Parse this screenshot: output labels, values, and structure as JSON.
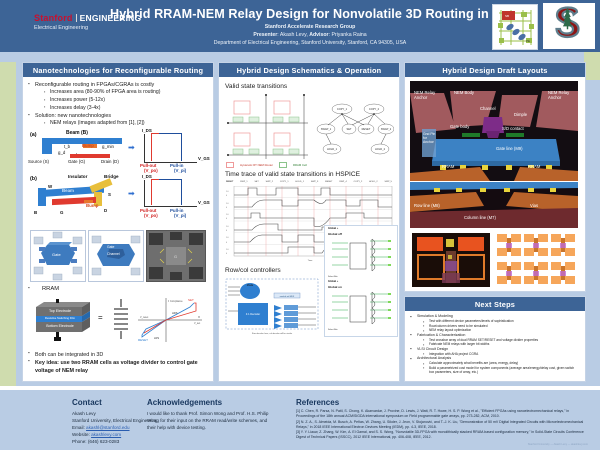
{
  "header": {
    "brand_stanford": "Stanford",
    "brand_engineering": "ENGINEERING",
    "brand_dept": "Electrical Engineering",
    "title": "Hybrid RRAM-NEM Relay Design for Nonvolatile 3D Routing in CGRAs",
    "group": "Stanford Accelerate Research Group",
    "presenter_label": "Presenter",
    "presenter": "Akash Levy,",
    "advisor_label": "Advisor",
    "advisor": "Priyanka Raina",
    "affiliation": "Department of Electrical Engineering, Stanford University, Stanford, CA 94305, USA",
    "logo_cgra": "cgra-diagram-logo",
    "logo_stanford": "stanford-tree-s-logo"
  },
  "colors": {
    "header_blue": "#3d6496",
    "page_blue": "#b9cce4",
    "accent_green": "#cfdcae",
    "cardinal_red": "#c8102e"
  },
  "panels": {
    "left": {
      "title": "Nanotechnologies for Reconfigurable Routing",
      "bullets": [
        {
          "text": "Reconfigurable routing in FPGAs/CGRAs is costly",
          "sub": [
            "Increases area (80-90% of FPGA area is routing)",
            "Increases power (5-12x)",
            "Increases delay (3-4x)"
          ]
        },
        {
          "text": "Solution: new nanotechnologies",
          "sub": [
            "NEM relays (images adapted from [1], [2])"
          ]
        }
      ],
      "fig_a": {
        "tag": "(a)",
        "beam": "Beam (B)",
        "tb": "t_b",
        "gd": "g_d",
        "L": "L",
        "bump": "Bump",
        "gmin": "g_min",
        "source": "Source (S)",
        "gate": "Gate (G)",
        "drain": "Drain (D)",
        "ids": "I_DS",
        "vgs": "V_GS",
        "pullout": "Pull-out",
        "vpo": "(V_po)",
        "pullin": "Pull-in",
        "vpi": "(V_pi)"
      },
      "fig_b": {
        "tag": "(b)",
        "insulator": "Insulator",
        "bridge": "Bridge",
        "w": "W",
        "beam": "Beam",
        "bump": "Bump",
        "b": "B",
        "g": "G",
        "s": "S",
        "d": "D"
      },
      "micro_captions": [
        "(a) Routing Via",
        "(b) Signal Via",
        "Via Out"
      ],
      "rram_label": "RRAM",
      "rram_stack": [
        "Top Electrode",
        "Resistive Switching Film",
        "Bottom Electrode"
      ],
      "rram_iv": {
        "set": "SET",
        "reset": "RESET",
        "hrs": "HRS",
        "lrs": "LRS",
        "compliance": "Compliance",
        "vreset": "V_reset",
        "vset": "V_set",
        "i": "I",
        "v": "V"
      },
      "closing": [
        {
          "text": "Both can be integrated in 3D",
          "bold": false
        },
        {
          "text": "Key idea: use two RRAM cells as voltage divider to control gate voltage of NEM relay",
          "bold": true
        }
      ]
    },
    "middle": {
      "title": "Hybrid Design Schematics & Operation",
      "sec1": "Valid state transitions",
      "legend": [
        {
          "label": "Hysteretic RT NEM Router",
          "color": "#e88"
        },
        {
          "label": "RRAM Cell",
          "color": "#8c8"
        }
      ],
      "graph_nodes": [
        "COPY_1",
        "SET",
        "RESET",
        "COPY_2",
        "SWAP_1",
        "SWAP_2",
        "HOLD_1",
        "HOLD_2"
      ],
      "sec2": "Time trace of valid state transitions in HSPICE",
      "wave_cols": [
        "RESET",
        "SWP_1",
        "SET",
        "SWP_2",
        "COPY_1",
        "HOLD_1",
        "SWP_3",
        "RESET",
        "SWP_4",
        "COPY_2",
        "HOLD_2",
        "SWP_5"
      ],
      "wave_rows": 6,
      "wave_xlabel": "Time",
      "sec3": "Row/col controllers",
      "ctrl_note": "Row decoder here, col decoder will be similar",
      "ctrl_decoder": "4:1 Decoder",
      "ctrl_mode": "Mode",
      "ctrl_select": "row / col sel MUX",
      "sub_global_off": "Global off",
      "sub_global_on": "Global on",
      "sub_global_lbl": "Global +"
    },
    "right": {
      "title": "Hybrid Design Draft Layouts",
      "render_labels": [
        "NEM Relay Anchor",
        "NEM Body",
        "Channel",
        "Dimple",
        "Gate body",
        "S/D contact",
        "NEM Relay Anchor",
        "Gnd Pin for Anchor",
        "Gate line (M9)",
        "RRAM",
        "RRAM",
        "Row line (M8)",
        "Vias",
        "Column line (M7)"
      ],
      "layout_caption_left": "single-cell-layout",
      "layout_caption_right": "array-layout-3x2"
    },
    "next": {
      "title": "Next Steps",
      "items": [
        {
          "text": "Simulation & Modeling",
          "sub": [
            "Test with different device parameters/levels of sophistication",
            "Row/column drivers need to be simulated",
            "NEM relay layout optimization"
          ]
        },
        {
          "text": "Fabrication & Characterization",
          "sub": [
            "Test crossbar array of dual RRAM SET/RESET and voltage divider properties",
            "Fabricate NEM relays with larger bit widths"
          ]
        },
        {
          "text": "VLSI Circuit Design",
          "sub": [
            "Integration with AHA project CGRA"
          ]
        },
        {
          "text": "Architectural Analysis",
          "sub": [
            "Calculate approximately what benefits are (area, energy, delay)",
            "Build a parametrized cost model for system components (average area/energy/delay cost, given switch box parameters, size of array, etc.)"
          ]
        }
      ]
    }
  },
  "bottom": {
    "contact": {
      "heading": "Contact",
      "name": "Akash Levy",
      "affil": "Stanford University, Electrical Engineering",
      "email_label": "Email:",
      "email": "akashl@stanford.edu",
      "website_label": "Website:",
      "website": "akashlevy.com",
      "phone_label": "Phone:",
      "phone": "(646) 623-0283"
    },
    "acknowledgements": {
      "heading": "Acknowledgements",
      "text": "I would like to thank Prof. Simon Wong and Prof. H.S. Philip Wong for their input on the RRAM read/write schemes, and their help with device testing."
    },
    "references": {
      "heading": "References",
      "items": [
        "[1] C. Chen, R. Parsa, N. Patil, S. Chong, K. Akarvardar, J. Provine, D. Lewis, J. Watt, R. T. Howe, H. S. P. Wong et al., \"Efficient FPGAs using nanoelectromechanical relays,\" in Proceedings of the 18th annual ACM/SIGDA international symposium on Field programmable gate arrays, pp. 273-282, ACM, 2010.",
        "[2] N. Z. A., S. Almeida, M. Busch, A. Peñas, W. Zhang, U. Sikder, J. Jeon, V. Stojanović, and T.-J. K. Liu, \"Demonstration of 50 mV Digital Integrated Circuits with Microelectromechanical Relays,\" in 2018 IEEE International Electron Devices Meeting (IEDM), pp. 4-3, IEEE, 2018.",
        "[3] Y. Y. Liauw, Z. Zhang, W. Kim, A. El Gamal, and S. S. Wong, \"Nonvolatile 3D-FPGA with monolithically stacked RRAM-based configuration memory,\" in Solid-State Circuits Conference Digest of Technical Papers (ISSCC), 2012 IEEE International, pp. 406-408, IEEE, 2012."
      ],
      "footer": "Stanford University — Akash Levy — akashlevy.com"
    }
  }
}
